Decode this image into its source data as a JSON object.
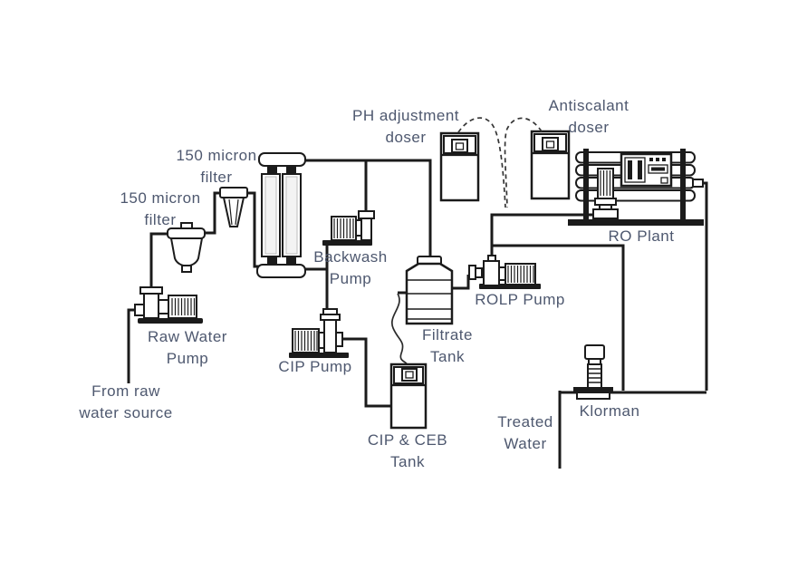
{
  "colors": {
    "background": "#ffffff",
    "line": "#1b1b1b",
    "label": "#4e586f"
  },
  "labels": {
    "ph_doser": {
      "line1": "PH adjustment",
      "line2": "doser"
    },
    "antiscalant_doser": {
      "line1": "Antiscalant",
      "line2": "doser"
    },
    "filter_top": {
      "line1": "150 micron",
      "line2": "filter"
    },
    "filter_left": {
      "line1": "150 micron",
      "line2": "filter"
    },
    "backwash_pump": {
      "line1": "Backwash",
      "line2": "Pump"
    },
    "raw_water_pump": {
      "line1": "Raw Water",
      "line2": "Pump"
    },
    "from_raw_source": {
      "line1": "From raw",
      "line2": "water source"
    },
    "cip_pump": {
      "line1": "CIP Pump"
    },
    "cip_ceb_tank": {
      "line1": "CIP & CEB",
      "line2": "Tank"
    },
    "filtrate_tank": {
      "line1": "Filtrate",
      "line2": "Tank"
    },
    "rolp_pump": {
      "line1": "ROLP Pump"
    },
    "ro_plant": {
      "line1": "RO Plant"
    },
    "klorman": {
      "line1": "Klorman"
    },
    "treated_water": {
      "line1": "Treated",
      "line2": "Water"
    }
  }
}
